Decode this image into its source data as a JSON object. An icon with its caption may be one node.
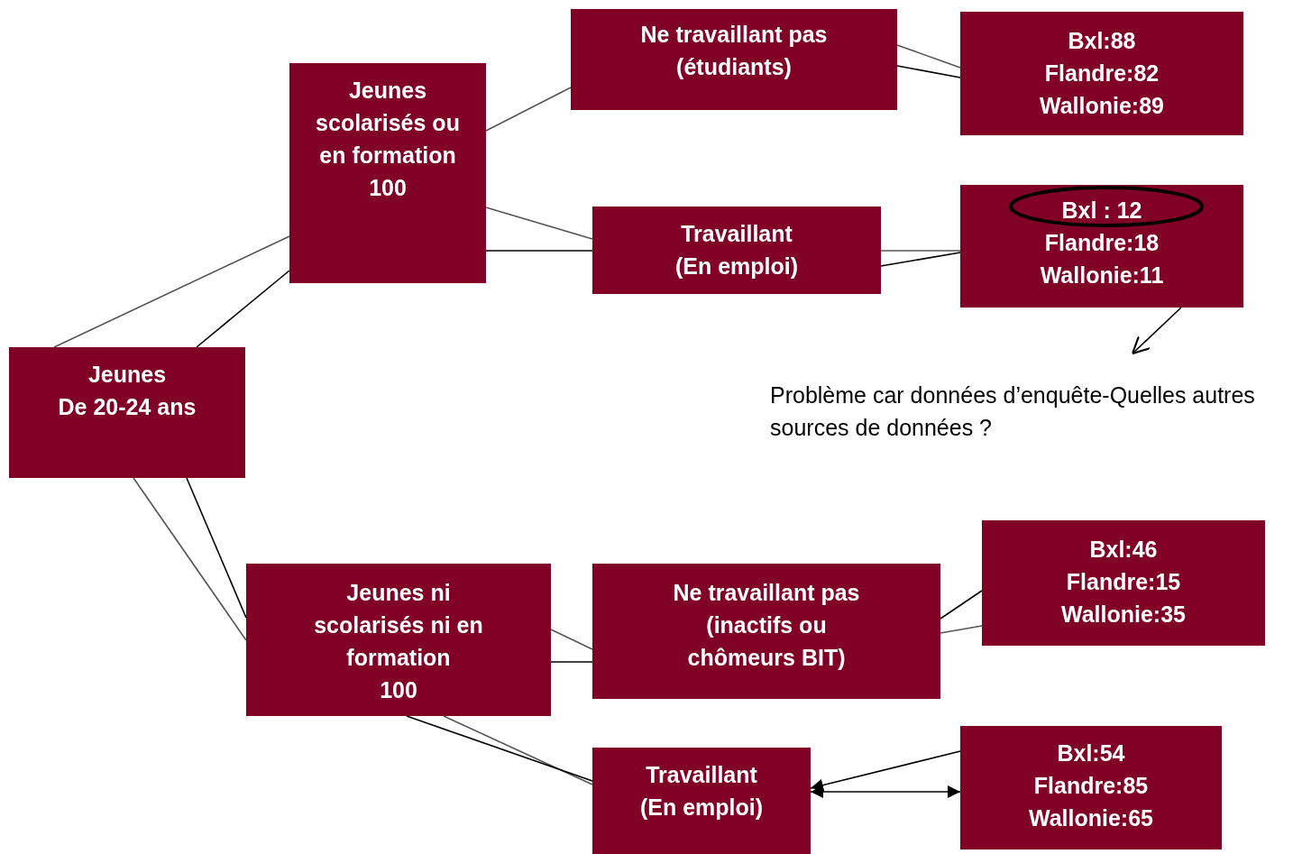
{
  "diagram": {
    "nodes": [
      {
        "text": [
          "Jeunes",
          "De 20-24 ans"
        ]
      },
      {
        "text": [
          "Jeunes scolarisés ou en formation",
          "100"
        ]
      },
      {
        "text": [
          "Ne travaillant pas",
          "(étudiants)"
        ]
      },
      {
        "text": [
          "Bxl:88",
          "Flandre:82",
          "Wallonie:89"
        ]
      },
      {
        "text": [
          "Travaillant",
          "(En emploi)"
        ]
      },
      {
        "text": [
          "Bxl : 12",
          "Flandre:18",
          "Wallonie:11"
        ]
      },
      {
        "text": [
          "Problème car données d’enquête-Quelles autres sources de données ?"
        ]
      },
      {
        "text": [
          "Jeunes ni scolarisés ni en formation",
          "100"
        ]
      },
      {
        "text": [
          "Ne travaillant pas",
          "(inactifs ou chômeurs BIT)"
        ]
      },
      {
        "text": [
          "Bxl:46",
          "Flandre:15",
          "Wallonie:35"
        ]
      },
      {
        "text": [
          "Travaillant",
          "(En emploi)"
        ]
      },
      {
        "text": [
          "Bxl:54",
          "Flandre:85",
          "Wallonie:65"
        ]
      }
    ],
    "edges": [
      {
        "from": 0,
        "to": 1,
        "arrow": "none",
        "color": "#555555"
      },
      {
        "from": 0,
        "to": 1,
        "arrow": "none"
      },
      {
        "from": 1,
        "to": 2,
        "arrow": "none",
        "color": "#555555"
      },
      {
        "from": 1,
        "to": 4,
        "arrow": "none",
        "color": "#555555"
      },
      {
        "from": 1,
        "to": 4,
        "arrow": "none"
      },
      {
        "from": 2,
        "to": 3,
        "arrow": "none",
        "color": "#555555"
      },
      {
        "from": 2,
        "to": 3,
        "arrow": "none"
      },
      {
        "from": 4,
        "to": 5,
        "arrow": "none",
        "color": "#555555"
      },
      {
        "from": 4,
        "to": 5,
        "arrow": "none"
      },
      {
        "from": 5,
        "to": 6,
        "arrow": "to"
      },
      {
        "from": 0,
        "to": 7,
        "arrow": "none",
        "color": "#555555"
      },
      {
        "from": 0,
        "to": 7,
        "arrow": "none"
      },
      {
        "from": 7,
        "to": 8,
        "arrow": "none",
        "color": "#555555"
      },
      {
        "from": 7,
        "to": 8,
        "arrow": "none"
      },
      {
        "from": 7,
        "to": 10,
        "arrow": "none",
        "color": "#555555"
      },
      {
        "from": 7,
        "to": 10,
        "arrow": "none"
      },
      {
        "from": 8,
        "to": 9,
        "arrow": "none"
      },
      {
        "from": 8,
        "to": 9,
        "arrow": "none",
        "color": "#555555"
      },
      {
        "from": 11,
        "to": 10,
        "arrow": "to"
      },
      {
        "from": 10,
        "to": 11,
        "arrow": "both"
      }
    ]
  }
}
